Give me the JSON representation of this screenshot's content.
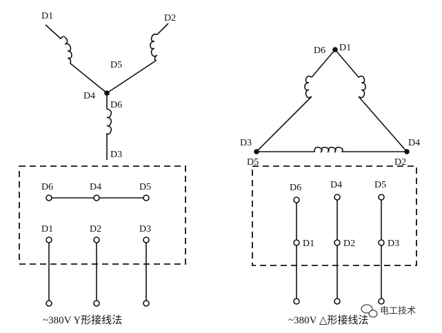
{
  "diagram": {
    "star": {
      "winding_labels": {
        "top_left": "D1",
        "top_right": "D2",
        "right_mid": "D5",
        "center_left": "D4",
        "center_right": "D6",
        "bottom": "D3"
      },
      "terminal_top_row": [
        "D6",
        "D4",
        "D5"
      ],
      "terminal_bottom_row": [
        "D1",
        "D2",
        "D3"
      ],
      "caption": "~380V Y形接线法"
    },
    "delta": {
      "winding_labels": {
        "top_left": "D6",
        "top_right": "D1",
        "left_upper": "D3",
        "left_lower": "D5",
        "right_upper": "D4",
        "right_lower": "D2"
      },
      "terminal_top_row": [
        "D6",
        "D4",
        "D5"
      ],
      "terminal_bottom_row": [
        "D1",
        "D2",
        "D3"
      ],
      "caption": "~380V △形接线法"
    },
    "watermark": "电工技术"
  }
}
